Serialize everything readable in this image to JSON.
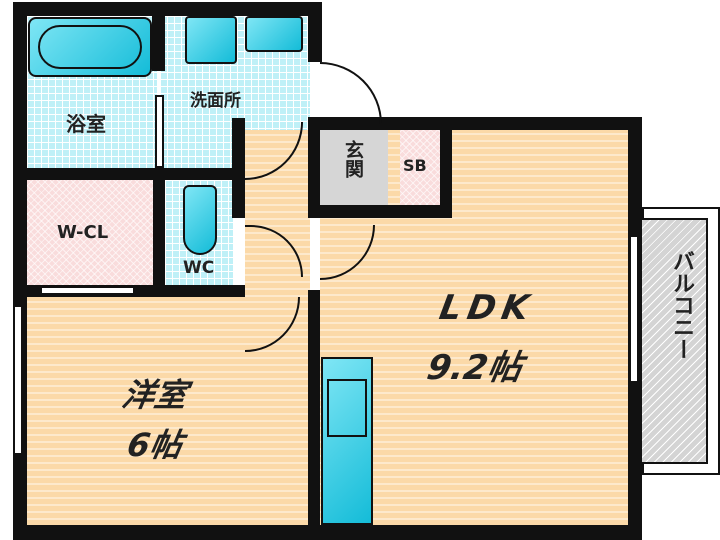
{
  "rooms": {
    "bath": "浴室",
    "washroom": "洗面所",
    "closet": "W-CL",
    "toilet": "WC",
    "entrance": "玄関",
    "shoe_box": "SB",
    "ldk_name": "LDK",
    "ldk_size": "9.2帖",
    "western_name": "洋室",
    "western_size": "6帖",
    "balcony": "バルコニー"
  },
  "colors": {
    "wet_area": "#bff0f7",
    "floor": "#fbd9a8",
    "storage": "#f9dcdc",
    "entrance": "#d6d6d6",
    "wall": "#111111"
  }
}
